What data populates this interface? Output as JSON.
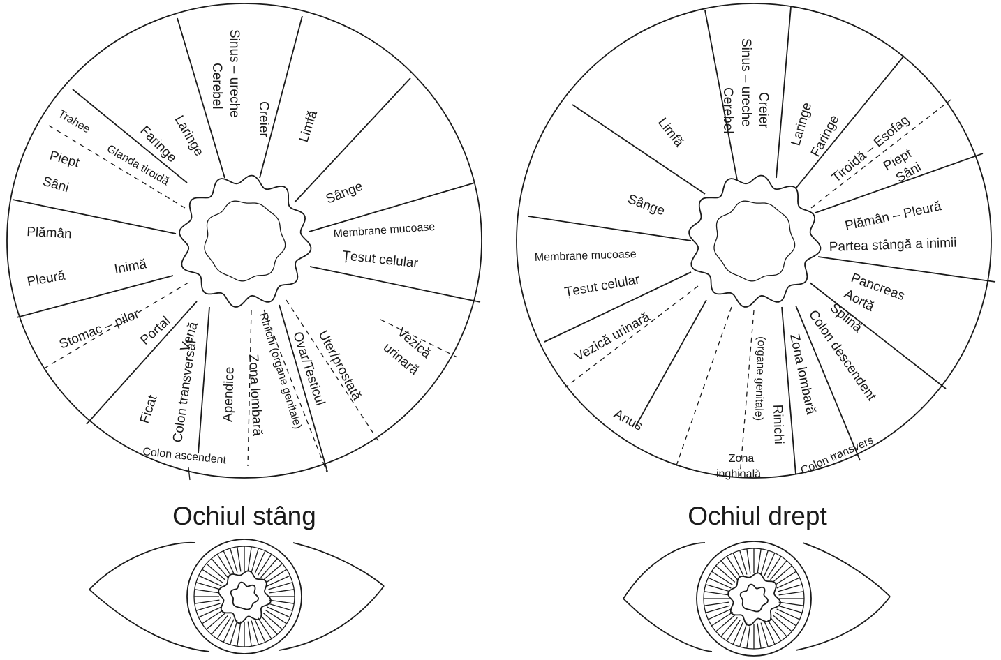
{
  "left_eye": {
    "title": "Ochiul stâng",
    "labels": {
      "sinus": "Sinus – ureche",
      "cerebel": "Cerebel",
      "creier": "Creier",
      "limfa": "Limfă",
      "sange": "Sânge",
      "membrane": "Membrane mucoase",
      "tesut": "Țesut celular",
      "vezica1": "Vezică",
      "vezica2": "urinară",
      "uter": "Uter/prostată",
      "ovar": "Ovar/Testicul",
      "rinichi": "Rinichi (organe genitale)",
      "zona_lombara": "Zona lombară",
      "apendice": "Apendice",
      "colon_transversal": "Colon transversal",
      "vena": "Venă",
      "portal": "Portal",
      "ficat": "Ficat",
      "colon_ascendent": "Colon ascendent",
      "stomac": "Stomac – pilor",
      "pleura": "Pleură",
      "inima": "Inimă",
      "plaman": "Plămân",
      "piept": "Piept",
      "sani": "Sâni",
      "trahee": "Trahee",
      "glanda": "Glanda tiroidă",
      "faringe": "Faringe",
      "laringe": "Laringe"
    }
  },
  "right_eye": {
    "title": "Ochiul drept",
    "labels": {
      "sinus": "Sinus – ureche",
      "cerebel": "Cerebel",
      "creier": "Creier",
      "laringe": "Laringe",
      "faringe": "Faringe",
      "tiroida": "Tiroidă – Esofag",
      "piept": "Piept",
      "sani": "Sâni",
      "plaman": "Plămân – Pleură",
      "partea": "Partea stângă a inimii",
      "pancreas": "Pancreas",
      "aorta": "Aortă",
      "splina": "Splină",
      "colon_descendent": "Colon descendent",
      "colon_transvers": "Colon transvers",
      "zona_lombara": "Zona lombară",
      "rinichi": "Rinichi",
      "organe": "(organe genitale)",
      "zona": "Zona",
      "inghinala": "inghinală",
      "anus": "Anus",
      "vezica": "Vezică urinară",
      "tesut": "Țesut celular",
      "membrane": "Membrane mucoase",
      "sange": "Sânge",
      "limfa": "Limfă"
    }
  }
}
